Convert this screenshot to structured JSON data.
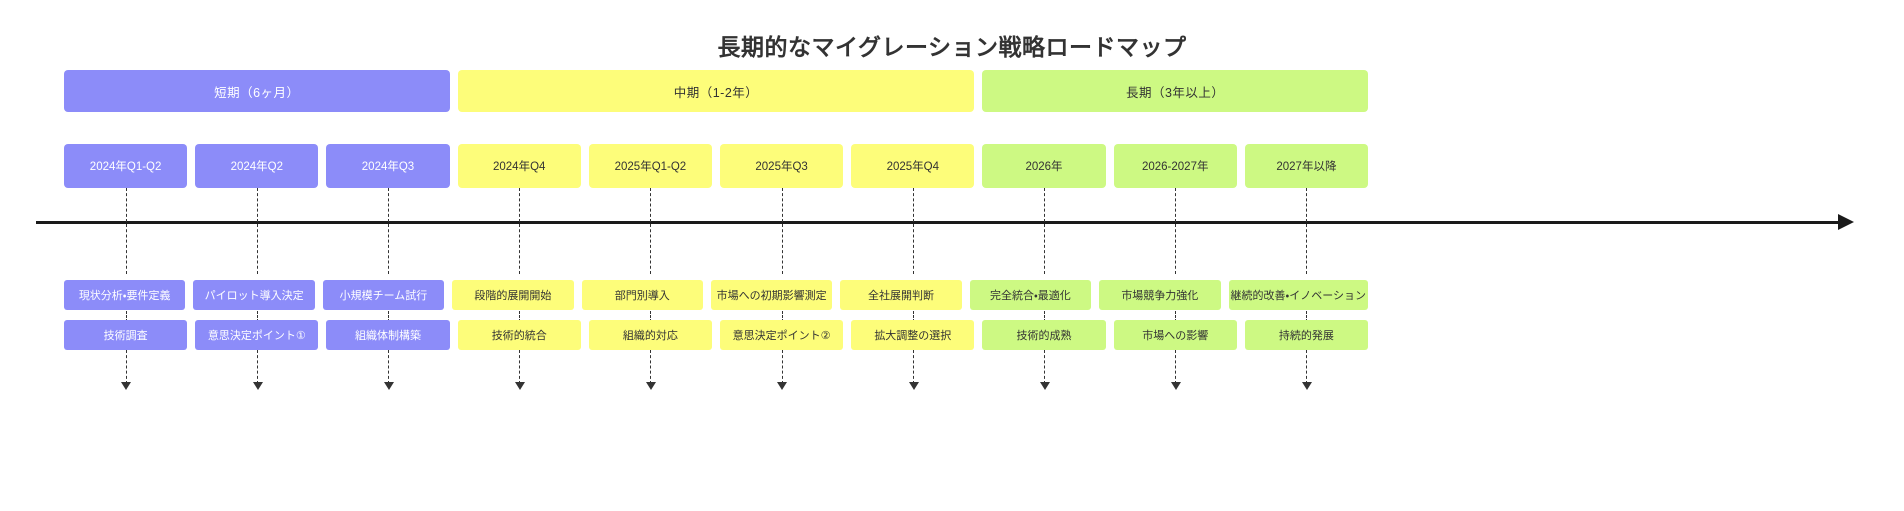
{
  "title": "長期的なマイグレーション戦略ロードマップ",
  "colors": {
    "short_term": "#8c8cf9",
    "mid_term": "#fdfd7a",
    "long_term": "#cdf983",
    "axis": "#1a1a1a",
    "text_dark": "#333333",
    "text_light": "#ffffff"
  },
  "phases": [
    {
      "label": "短期（6ヶ月）",
      "tone": "short"
    },
    {
      "label": "中期（1-2年）",
      "tone": "mid"
    },
    {
      "label": "長期（3年以上）",
      "tone": "long"
    }
  ],
  "periods": [
    {
      "label": "2024年Q1-Q2",
      "tone": "short"
    },
    {
      "label": "2024年Q2",
      "tone": "short"
    },
    {
      "label": "2024年Q3",
      "tone": "short"
    },
    {
      "label": "2024年Q4",
      "tone": "mid"
    },
    {
      "label": "2025年Q1-Q2",
      "tone": "mid"
    },
    {
      "label": "2025年Q3",
      "tone": "mid"
    },
    {
      "label": "2025年Q4",
      "tone": "mid"
    },
    {
      "label": "2026年",
      "tone": "long"
    },
    {
      "label": "2026-2027年",
      "tone": "long"
    },
    {
      "label": "2027年以降",
      "tone": "long"
    }
  ],
  "milestones_primary": [
    {
      "label": "現状分析・要件定義",
      "tone": "short"
    },
    {
      "label": "パイロット導入決定",
      "tone": "short"
    },
    {
      "label": "小規模チーム試行",
      "tone": "short"
    },
    {
      "label": "段階的展開開始",
      "tone": "mid"
    },
    {
      "label": "部門別導入",
      "tone": "mid"
    },
    {
      "label": "市場への初期影響測定",
      "tone": "mid"
    },
    {
      "label": "全社展開判断",
      "tone": "mid"
    },
    {
      "label": "完全統合・最適化",
      "tone": "long"
    },
    {
      "label": "市場競争力強化",
      "tone": "long"
    },
    {
      "label": "継続的改善・イノベーション",
      "tone": "long"
    }
  ],
  "milestones_secondary": [
    {
      "label": "技術調査",
      "tone": "short"
    },
    {
      "label": "意思決定ポイント①",
      "tone": "short"
    },
    {
      "label": "組織体制構築",
      "tone": "short"
    },
    {
      "label": "技術的統合",
      "tone": "mid"
    },
    {
      "label": "組織的対応",
      "tone": "mid"
    },
    {
      "label": "意思決定ポイント②",
      "tone": "mid"
    },
    {
      "label": "拡大調整の選択",
      "tone": "mid"
    },
    {
      "label": "技術的成熟",
      "tone": "long"
    },
    {
      "label": "市場への影響",
      "tone": "long"
    },
    {
      "label": "持続的発展",
      "tone": "long"
    }
  ]
}
